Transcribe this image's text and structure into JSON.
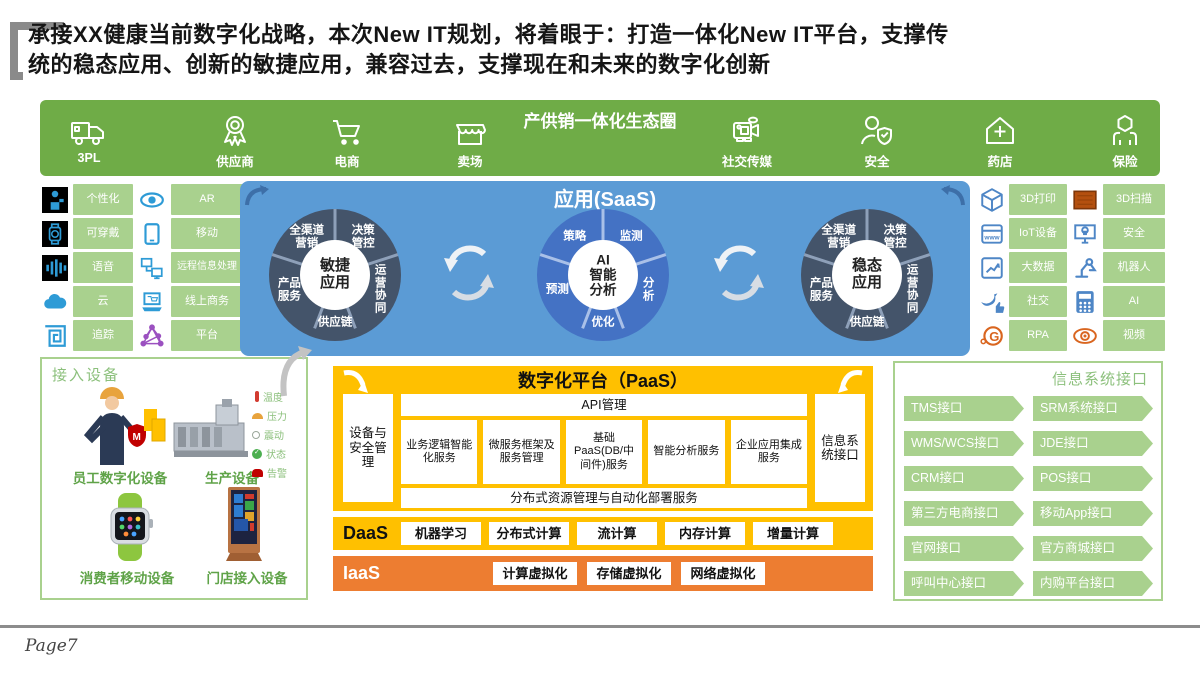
{
  "slide_title": "承接XX健康当前数字化战略，本次New IT规划，将着眼于：打造一体化New IT平台，支撑传\n统的稳态应用、创新的敏捷应用，兼容过去，支撑现在和未来的数字化创新",
  "eco_banner": {
    "title": "产供销一体化生态圈",
    "items": [
      {
        "label": "3PL",
        "icon": "truck-icon"
      },
      {
        "label": "供应商",
        "icon": "medal-icon"
      },
      {
        "label": "电商",
        "icon": "cart-icon"
      },
      {
        "label": "卖场",
        "icon": "store-icon"
      },
      {
        "label": "社交传媒",
        "icon": "video-camera-icon"
      },
      {
        "label": "安全",
        "icon": "person-shield-icon"
      },
      {
        "label": "药店",
        "icon": "pharmacy-icon"
      },
      {
        "label": "保险",
        "icon": "insurance-icon"
      }
    ]
  },
  "left_icons": [
    {
      "label": "个性化",
      "icon": "personalization-icon"
    },
    {
      "label": "AR",
      "icon": "ar-eye-icon"
    },
    {
      "label": "可穿戴",
      "icon": "wearable-icon"
    },
    {
      "label": "移动",
      "icon": "mobile-icon"
    },
    {
      "label": "语音",
      "icon": "voice-icon"
    },
    {
      "label": "远程信息处理",
      "icon": "telematics-icon"
    },
    {
      "label": "云",
      "icon": "cloud-icon"
    },
    {
      "label": "线上商务",
      "icon": "online-commerce-icon"
    },
    {
      "label": "追踪",
      "icon": "tracking-icon"
    },
    {
      "label": "平台",
      "icon": "platform-icon"
    }
  ],
  "right_icons": [
    {
      "label": "3D打印",
      "icon": "print-3d-icon"
    },
    {
      "label": "3D扫描",
      "icon": "scan-3d-icon"
    },
    {
      "label": "IoT设备",
      "icon": "iot-icon"
    },
    {
      "label": "安全",
      "icon": "security-monitor-icon"
    },
    {
      "label": "大数据",
      "icon": "big-data-icon"
    },
    {
      "label": "机器人",
      "icon": "robot-icon"
    },
    {
      "label": "社交",
      "icon": "social-icon"
    },
    {
      "label": "AI",
      "icon": "ai-calculator-icon"
    },
    {
      "label": "RPA",
      "icon": "rpa-icon"
    },
    {
      "label": "视频",
      "icon": "video-eye-icon"
    }
  ],
  "saas": {
    "title": "应用(SaaS)",
    "wheels": [
      {
        "center": "敏捷\n应用",
        "segments": [
          "全渠道\n营销",
          "决策\n管控",
          "运营\n协同",
          "供应链",
          "产品\n服务"
        ]
      },
      {
        "center": "AI\n智能\n分析",
        "segments": [
          "策略",
          "监测",
          "分析",
          "优化",
          "预测"
        ]
      },
      {
        "center": "稳态\n应用",
        "segments": [
          "全渠道\n营销",
          "决策\n管控",
          "运营\n协同",
          "供应链",
          "产品\n服务"
        ]
      }
    ]
  },
  "access_devices": {
    "title": "接入设备",
    "devices": [
      {
        "label": "员工数字化设备"
      },
      {
        "label": "生产设备"
      },
      {
        "label": "消费者移动设备"
      },
      {
        "label": "门店接入设备"
      }
    ],
    "sensors": [
      "温度",
      "压力",
      "震动",
      "状态",
      "告警"
    ]
  },
  "paas": {
    "title": "数字化平台（PaaS）",
    "left_box": "设备与安全管理",
    "api_bar": "API管理",
    "services": [
      "业务逻辑智能化服务",
      "微服务框架及服务管理",
      "基础PaaS(DB/中间件)服务",
      "智能分析服务",
      "企业应用集成服务"
    ],
    "bottom_bar": "分布式资源管理与自动化部署服务",
    "right_box": "信息系统接口"
  },
  "daas": {
    "label": "DaaS",
    "items": [
      "机器学习",
      "分布式计算",
      "流计算",
      "内存计算",
      "增量计算"
    ]
  },
  "iaas": {
    "label": "IaaS",
    "items": [
      "计算虚拟化",
      "存储虚拟化",
      "网络虚拟化"
    ]
  },
  "interfaces": {
    "title": "信息系统接口",
    "items": [
      "TMS接口",
      "SRM系统接口",
      "WMS/WCS接口",
      "JDE接口",
      "CRM接口",
      "POS接口",
      "第三方电商接口",
      "移动App接口",
      "官网接口",
      "官方商城接口",
      "呼叫中心接口",
      "内购平台接口"
    ]
  },
  "footer": {
    "page_label": "Page7"
  },
  "colors": {
    "banner_green": "#6FAC47",
    "label_green": "#A9D18E",
    "saas_blue": "#5B9BD5",
    "wheel_dark": "#44546A",
    "wheel_blue": "#4472C4",
    "paas_gold": "#FFC000",
    "iaas_orange": "#ED7D31",
    "icon_blue": "#2E9BD6",
    "accent_orange": "#D9651F"
  }
}
